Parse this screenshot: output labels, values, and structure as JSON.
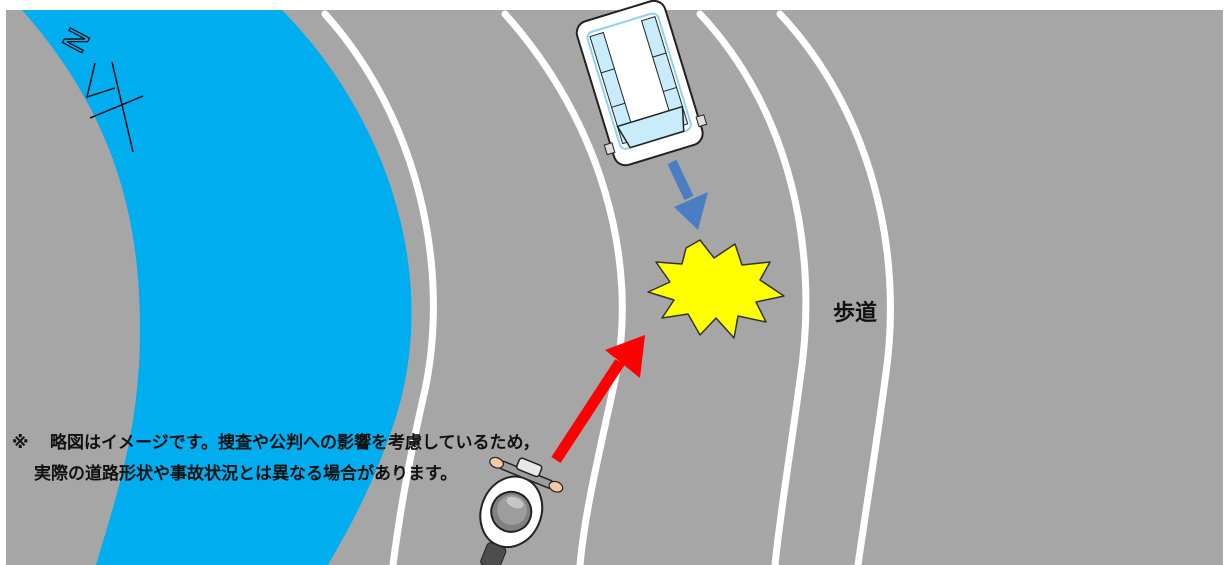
{
  "labels": {
    "sidewalk": "歩道",
    "north_letter": "N"
  },
  "note": {
    "mark": "※",
    "line1": "略図はイメージです。捜査や公判への影響を考慮しているため，",
    "line2": "実際の道路形状や事故状況とは異なる場合があります。"
  },
  "icons": {
    "car": "car-top-view-icon",
    "motorcycle": "motorcycle-rider-icon",
    "impact": "collision-burst-icon",
    "compass": "north-arrow-icon"
  },
  "colors": {
    "road": "#a6a6a6",
    "river": "#00aeef",
    "lane_line": "#ffffff",
    "car_arrow": "#4a7ec3",
    "motorcycle_arrow": "#ff0000",
    "impact": "#ffff00"
  }
}
